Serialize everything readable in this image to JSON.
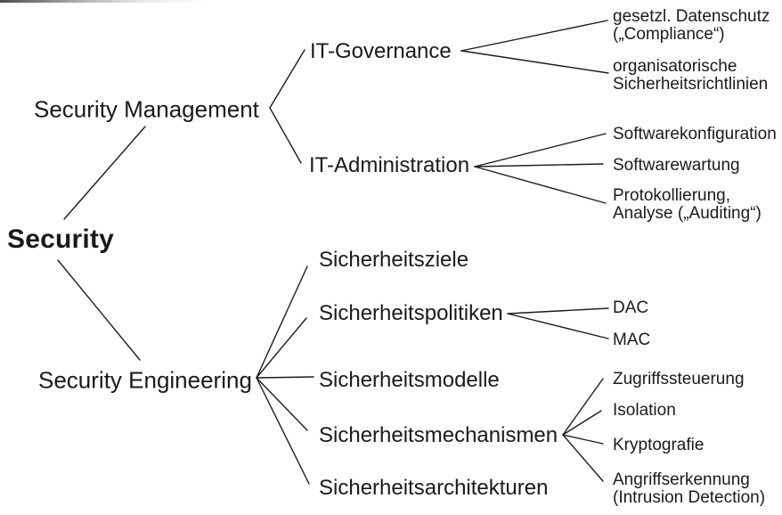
{
  "diagram_type": "tree-mindmap",
  "colors": {
    "background": "#ffffff",
    "text": "#1a1a1a",
    "line": "#1c1c1c"
  },
  "tree": {
    "root": "Security",
    "branches": [
      {
        "label": "Security Management",
        "children": [
          {
            "label": "IT-Governance",
            "leaves": [
              [
                "gesetzl. Datenschutz",
                "(„Compliance“)"
              ],
              [
                "organisatorische",
                "Sicherheitsrichtlinien"
              ]
            ]
          },
          {
            "label": "IT-Administration",
            "leaves": [
              [
                "Softwarekonfiguration"
              ],
              [
                "Softwarewartung"
              ],
              [
                "Protokollierung,",
                "Analyse („Auditing“)"
              ]
            ]
          }
        ]
      },
      {
        "label": "Security Engineering",
        "children": [
          {
            "label": "Sicherheitsziele",
            "leaves": []
          },
          {
            "label": "Sicherheitspolitiken",
            "leaves": [
              [
                "DAC"
              ],
              [
                "MAC"
              ]
            ]
          },
          {
            "label": "Sicherheitsmodelle",
            "leaves": []
          },
          {
            "label": "Sicherheitsmechanismen",
            "leaves": [
              [
                "Zugriffssteuerung"
              ],
              [
                "Isolation"
              ],
              [
                "Kryptografie"
              ],
              [
                "Angriffserkennung",
                "(Intrusion Detection)"
              ]
            ]
          },
          {
            "label": "Sicherheitsarchitekturen",
            "leaves": []
          }
        ]
      }
    ]
  }
}
